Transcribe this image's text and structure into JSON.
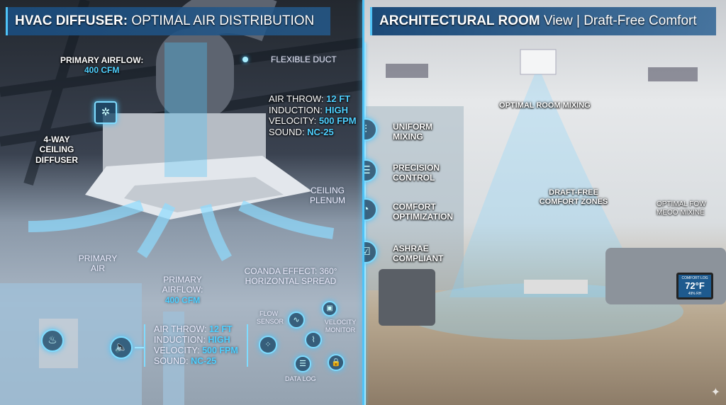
{
  "left": {
    "title_bold": "HVAC DIFFUSER:",
    "title_rest": " OPTIMAL AIR DISTRIBUTION",
    "primary_airflow_top": {
      "label": "PRIMARY AIRFLOW:",
      "value": "400 CFM"
    },
    "flexible_duct": "FLEXIBLE DUCT",
    "specs_top": [
      {
        "k": "AIR THROW: ",
        "v": "12 FT"
      },
      {
        "k": "INDUCTION: ",
        "v": "HIGH"
      },
      {
        "k": "VELOCITY: ",
        "v": "500 FPM"
      },
      {
        "k": "SOUND: ",
        "v": "NC-25"
      }
    ],
    "diffuser": "4-WAY CEILING DIFFUSER",
    "ceiling_plenum": "CEILING PLENUM",
    "primary_air": "PRIMARY AIR",
    "primary_airflow_bottom": {
      "label": "PRIMARY AIRFLOW:",
      "value": "400 CFM"
    },
    "coanda": "COANDA EFFECT: 360° HORIZONTAL SPREAD",
    "specs_bottom": [
      {
        "k": "AIR THROW: ",
        "v": "12 FT"
      },
      {
        "k": "INDUCTION: ",
        "v": "HIGH"
      },
      {
        "k": "VELOCITY: ",
        "v": "500 FPM"
      },
      {
        "k": "SOUND: ",
        "v": "NC-25"
      }
    ],
    "network": {
      "flow_sensor": "FLOW SENSOR",
      "velocity_monitor": "VELOCITY MONITOR",
      "data_log": "DATA LOG"
    }
  },
  "right": {
    "title_bold": "ARCHITECTURAL ROOM",
    "title_rest": " View | Draft-Free Comfort",
    "features": [
      {
        "label": "UNIFORM MIXING",
        "icon": "sliders-icon"
      },
      {
        "label": "PRECISION CONTROL",
        "icon": "controls-icon"
      },
      {
        "label": "COMFORT OPTIMIZATION",
        "icon": "gauge-icon"
      },
      {
        "label": "ASHRAE COMPLIANT",
        "icon": "clipboard-check-icon"
      }
    ],
    "optimal_mixing": "OPTIMAL ROOM MIXING",
    "draft_free": "DRAFT-FREE COMFORT ZONES",
    "optimal_flow": "OPTIMAL FOW MEOO MIXINE",
    "thermostat": {
      "label": "COMFORT LOG",
      "temp": "72°F",
      "humidity": "49% RH"
    }
  },
  "colors": {
    "accent": "#4fc3f7",
    "title_bg": "#1c4a78"
  }
}
